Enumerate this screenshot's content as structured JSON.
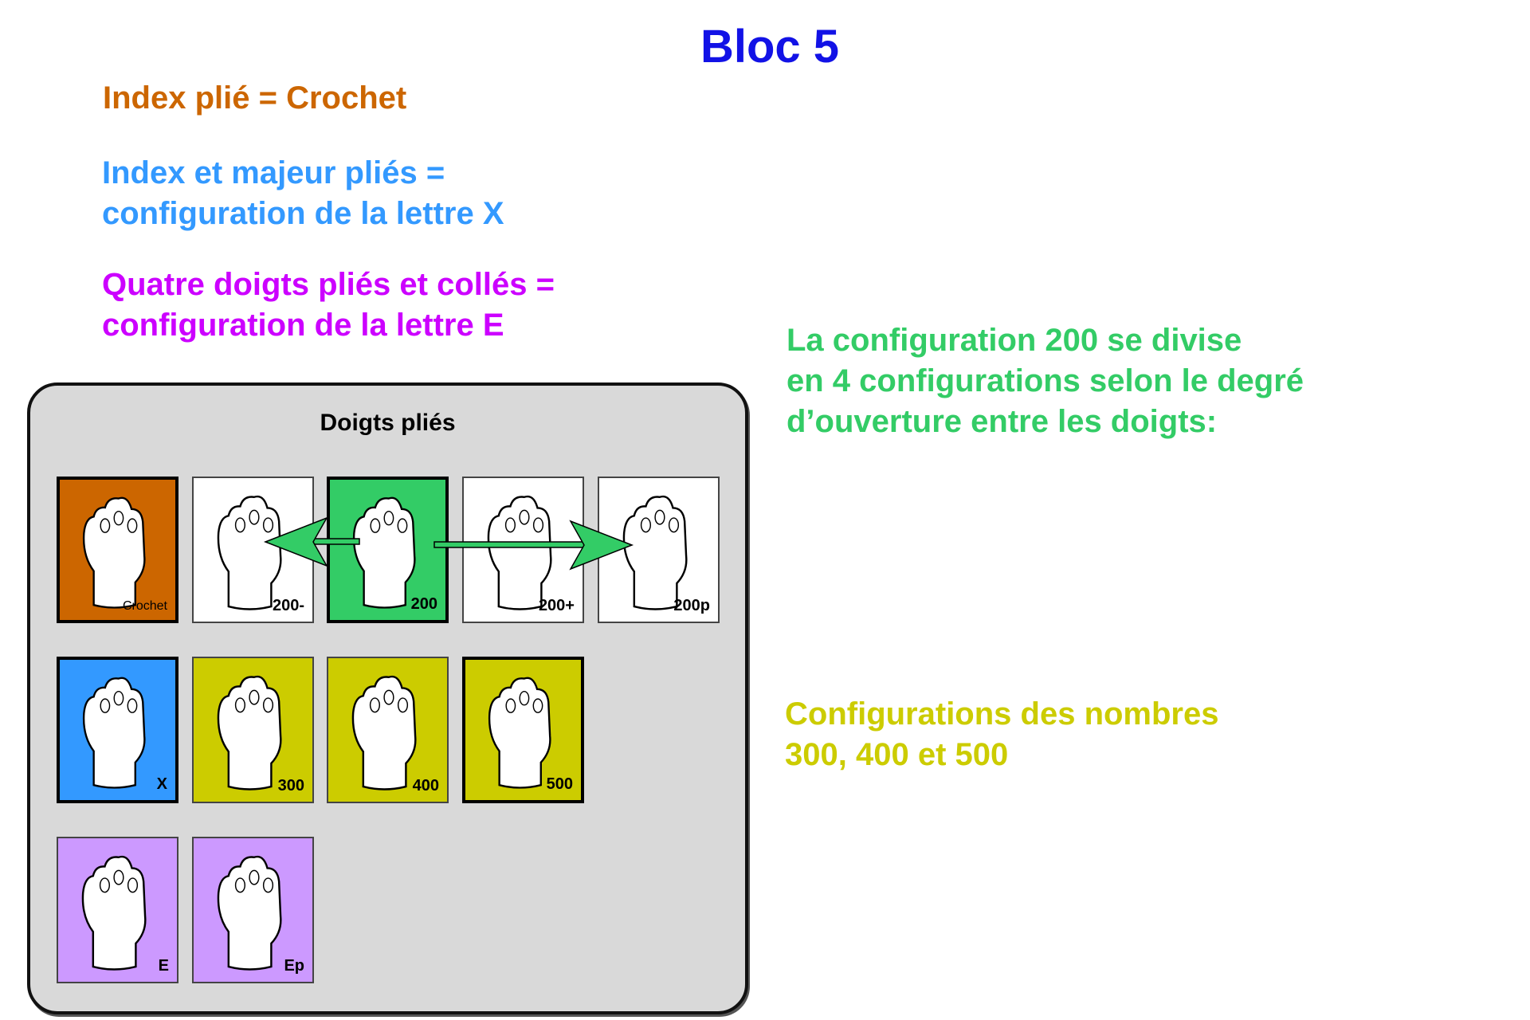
{
  "title": "Bloc 5",
  "notes": {
    "crochet": "Index plié = Crochet",
    "x_line1": "Index et majeur pliés =",
    "x_line2": "configuration de la lettre X",
    "e_line1": "Quatre doigts pliés et collés =",
    "e_line2": "configuration de la lettre E",
    "c200_line1": "La configuration 200 se divise",
    "c200_line2": "en 4 configurations selon le degré",
    "c200_line3": "d’ouverture entre les doigts:",
    "nums_line1": "Configurations des nombres",
    "nums_line2": "300, 400 et 500"
  },
  "colors": {
    "title": "#1212e6",
    "crochet": "#cc6600",
    "x": "#3399ff",
    "e": "#cc00ff",
    "c200": "#33cc66",
    "nums": "#cccc00",
    "purple_card": "#cc99ff",
    "white_card": "#ffffff"
  },
  "panel": {
    "title": "Doigts pliés",
    "cards": [
      {
        "label": "Crochet",
        "color": "#cc6600",
        "icon": "hand-crochet-icon"
      },
      {
        "label": "200-",
        "color": "#ffffff",
        "icon": "hand-200-minus-icon"
      },
      {
        "label": "200",
        "color": "#33cc66",
        "icon": "hand-200-icon"
      },
      {
        "label": "200+",
        "color": "#ffffff",
        "icon": "hand-200-plus-icon"
      },
      {
        "label": "200p",
        "color": "#ffffff",
        "icon": "hand-200p-icon"
      },
      {
        "label": "X",
        "color": "#3399ff",
        "icon": "hand-x-icon"
      },
      {
        "label": "300",
        "color": "#cccc00",
        "icon": "hand-300-icon"
      },
      {
        "label": "400",
        "color": "#cccc00",
        "icon": "hand-400-icon"
      },
      {
        "label": "500",
        "color": "#cccc00",
        "icon": "hand-500-icon"
      },
      {
        "label": "E",
        "color": "#cc99ff",
        "icon": "hand-e-icon"
      },
      {
        "label": "Ep",
        "color": "#cc99ff",
        "icon": "hand-ep-icon"
      }
    ]
  }
}
